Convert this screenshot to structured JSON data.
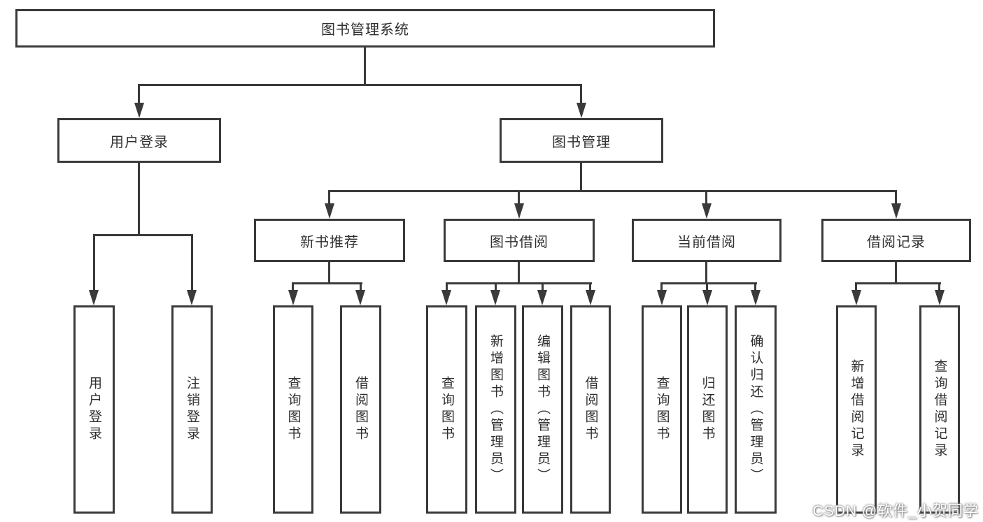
{
  "colors": {
    "line": "#3a3a3a",
    "text": "#2f2f2f",
    "background": "#ffffff"
  },
  "root": {
    "label": "图书管理系统"
  },
  "branches": [
    {
      "label": "用户登录",
      "children": [
        {
          "label": "用户登录"
        },
        {
          "label": "注销登录"
        }
      ]
    },
    {
      "label": "图书管理",
      "children": [
        {
          "label": "新书推荐",
          "children": [
            {
              "label": "查询图书"
            },
            {
              "label": "借阅图书"
            }
          ]
        },
        {
          "label": "图书借阅",
          "children": [
            {
              "label": "查询图书"
            },
            {
              "label": "新增图书（管理员）"
            },
            {
              "label": "编辑图书（管理员）"
            },
            {
              "label": "借阅图书"
            }
          ]
        },
        {
          "label": "当前借阅",
          "children": [
            {
              "label": "查询图书"
            },
            {
              "label": "归还图书"
            },
            {
              "label": "确认归还（管理员）"
            }
          ]
        },
        {
          "label": "借阅记录",
          "children": [
            {
              "label": "新增借阅记录"
            },
            {
              "label": "查询借阅记录"
            }
          ]
        }
      ]
    }
  ],
  "watermark": {
    "text": "CSDN @软件_小贺同学"
  }
}
